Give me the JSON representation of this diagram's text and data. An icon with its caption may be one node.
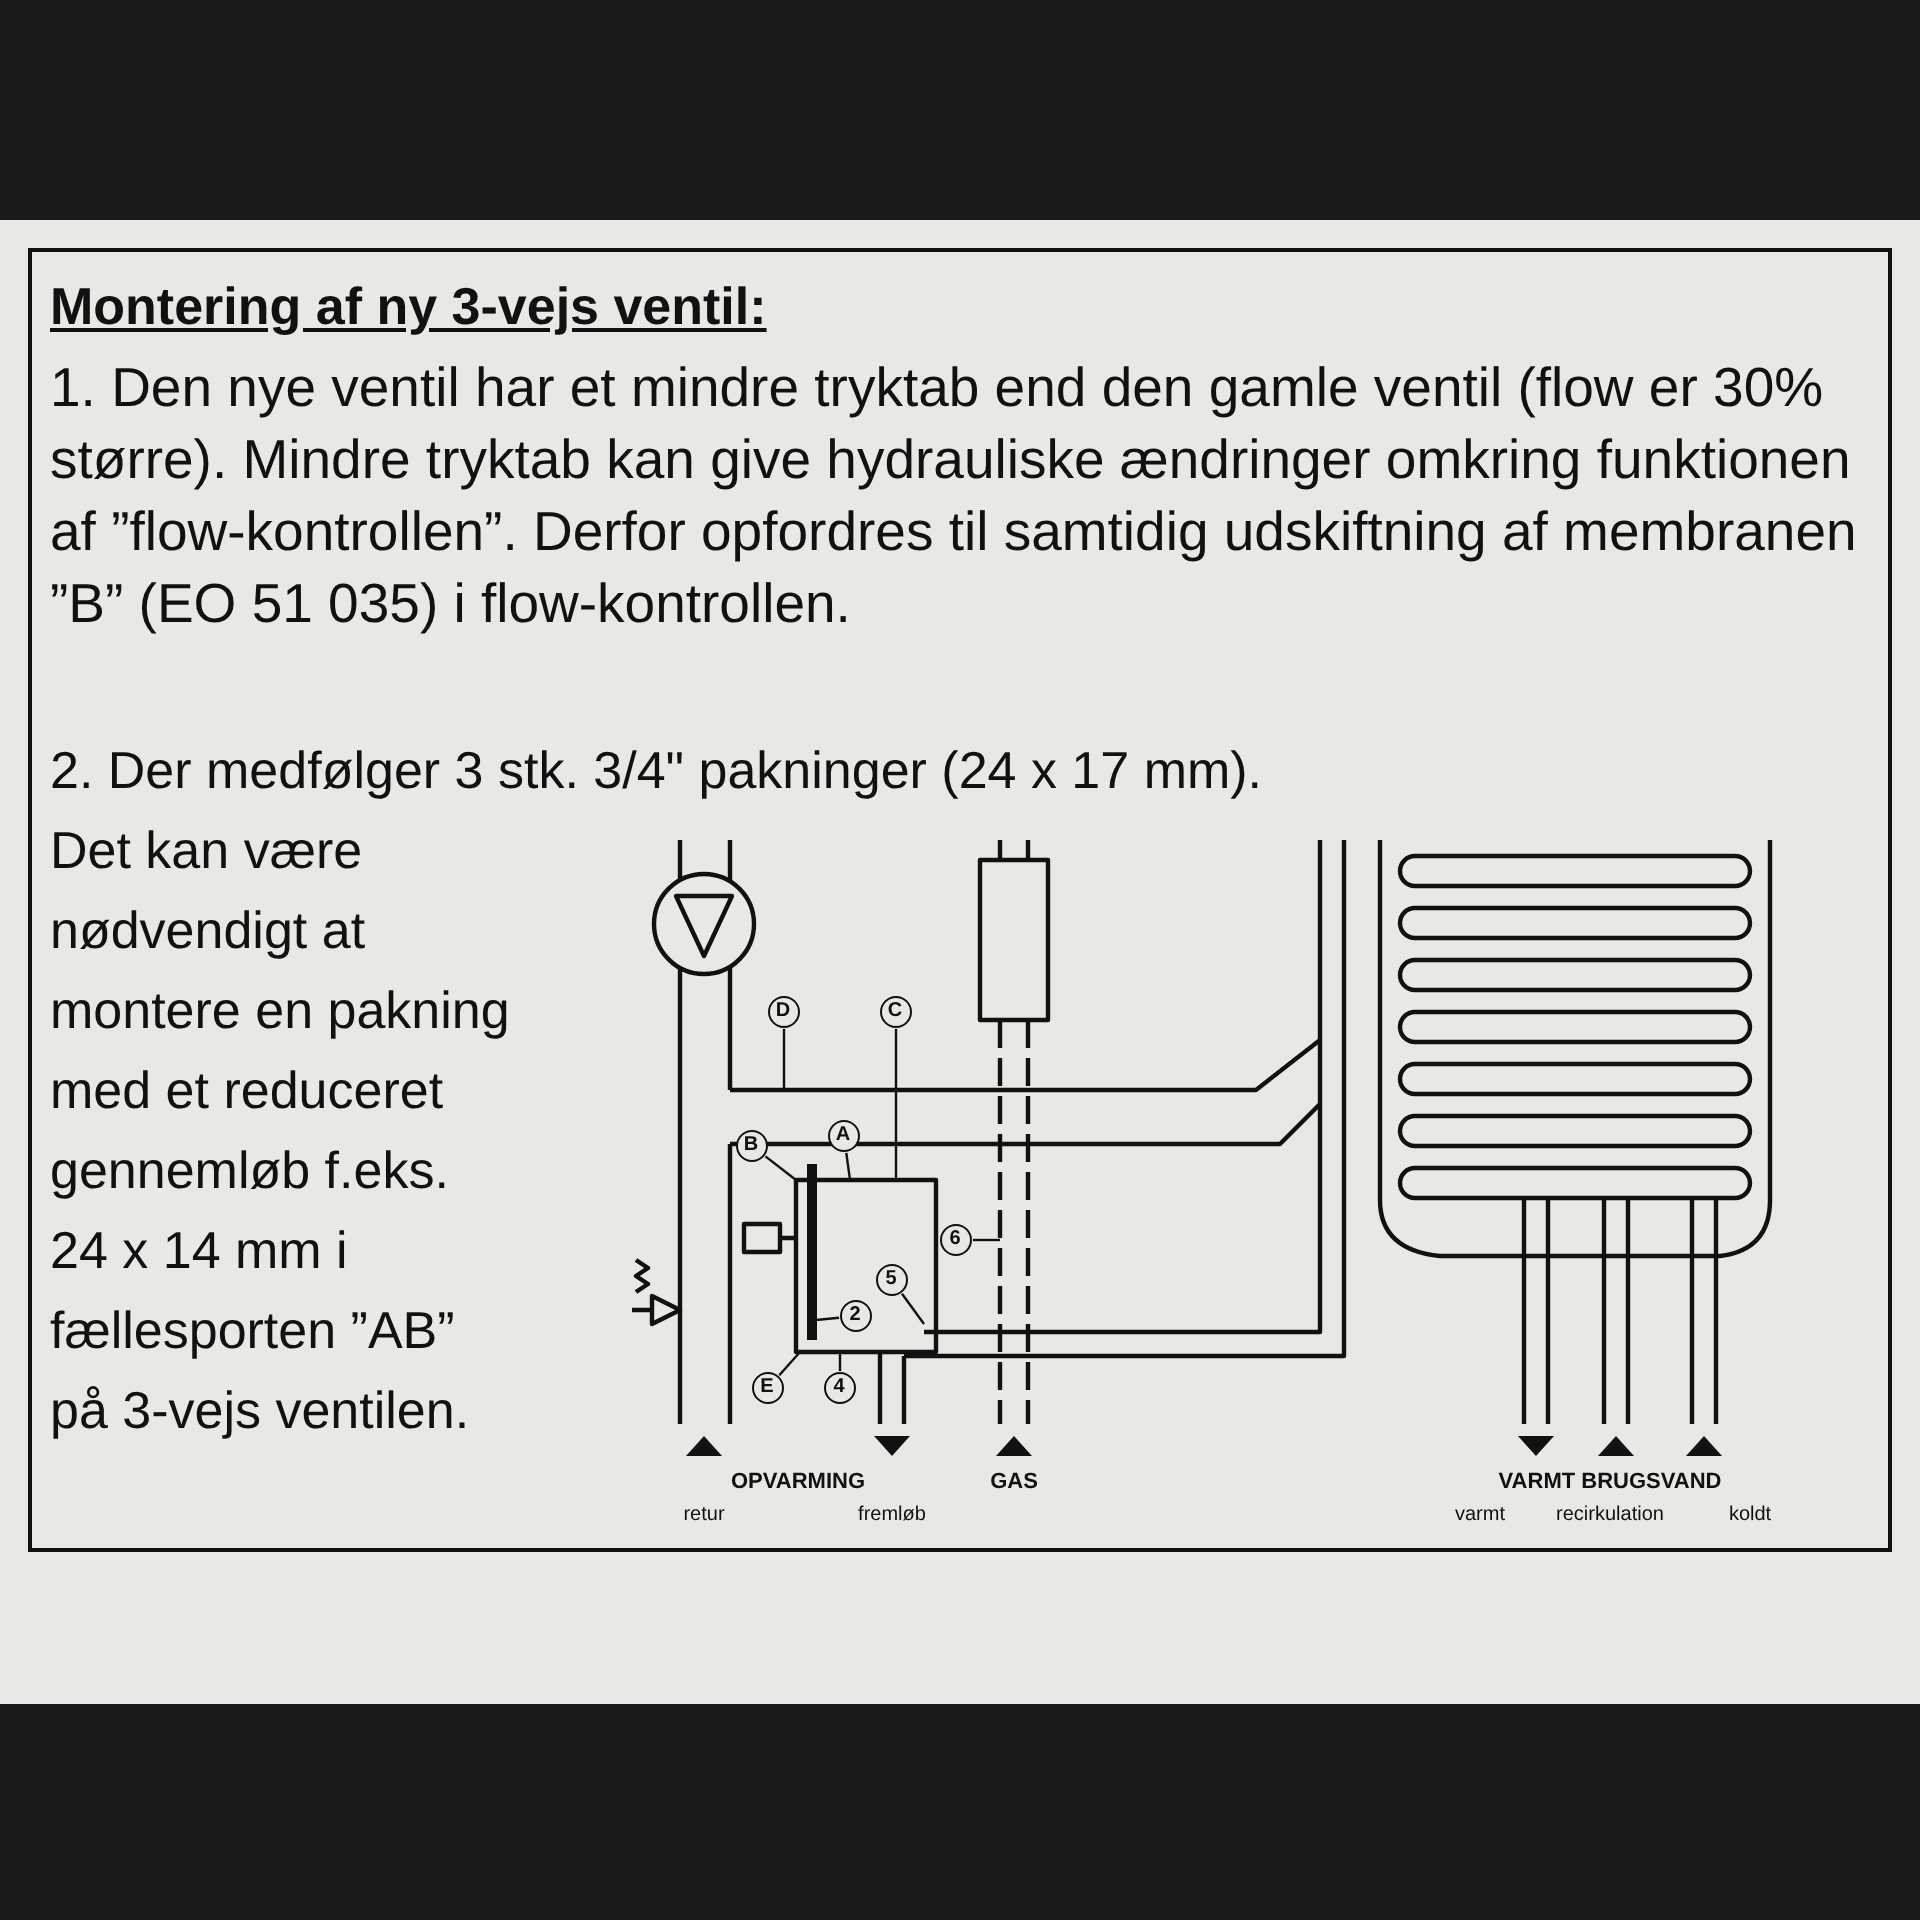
{
  "diagram": {
    "title": "Montering af ny 3-vejs ventil:",
    "nodes": [
      {
        "text": [
          "D"
        ]
      },
      {
        "text": [
          "C"
        ]
      },
      {
        "text": [
          "B"
        ]
      },
      {
        "text": [
          "A"
        ]
      },
      {
        "text": [
          "6"
        ]
      },
      {
        "text": [
          "5"
        ]
      },
      {
        "text": [
          "2"
        ]
      },
      {
        "text": [
          "E"
        ]
      },
      {
        "text": [
          "4"
        ]
      }
    ],
    "edges": [
      {
        "from": 0,
        "to": null,
        "arrow": "none"
      },
      {
        "from": 1,
        "to": null,
        "arrow": "none"
      },
      {
        "from": 2,
        "to": null,
        "arrow": "none"
      },
      {
        "from": 3,
        "to": null,
        "arrow": "none"
      },
      {
        "from": 4,
        "to": null,
        "arrow": "none"
      },
      {
        "from": 5,
        "to": null,
        "arrow": "none"
      },
      {
        "from": 6,
        "to": null,
        "arrow": "none"
      },
      {
        "from": 7,
        "to": null,
        "arrow": "none"
      },
      {
        "from": 8,
        "to": null,
        "arrow": "none"
      }
    ],
    "labels": [
      "1. Den nye ventil har et mindre tryktab end den gamle ventil (flow er 30% større). Mindre tryktab kan give hydrauliske ændringer omkring funktionen af ”flow-kontrollen”. Derfor opfordres til samtidig udskiftning af membranen ”B” (EO 51 035) i flow-kontrollen.",
      "2. Der medfølger 3 stk. 3/4\" pakninger (24 x 17 mm).",
      "Det kan være nødvendigt at montere en pakning med et reduceret gennemløb f.eks. 24 x 14 mm i fællesporten ”AB” på 3-vejs ventilen.",
      "OPVARMING",
      "GAS",
      "VARMT BRUGSVAND",
      "retur",
      "fremløb",
      "varmt",
      "recirkulation",
      "koldt"
    ]
  }
}
